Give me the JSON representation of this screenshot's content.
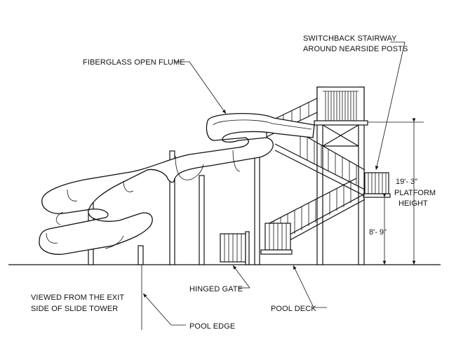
{
  "labels": {
    "stairway_line1": "SWITCHBACK STAIRWAY",
    "stairway_line2": "AROUND NEARSIDE POSTS",
    "flume": "FIBERGLASS OPEN FLUME",
    "platform_dim": "19'- 3\"",
    "platform_line1": "PLATFORM",
    "platform_line2": "HEIGHT",
    "lower_dim": "8'- 9\"",
    "viewed_line1": "VIEWED FROM THE EXIT",
    "viewed_line2": "SIDE OF SLIDE TOWER",
    "gate": "HINGED GATE",
    "deck": "POOL DECK",
    "edge": "POOL EDGE"
  }
}
